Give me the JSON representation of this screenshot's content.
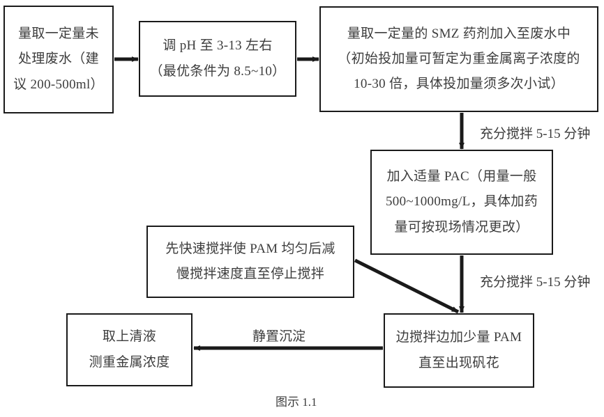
{
  "diagram": {
    "caption": "图示 1.1",
    "nodes": [
      {
        "id": "sample",
        "name": "measure-wastewater",
        "lines": [
          "量取一定量未",
          "处理废水（建",
          "议 200-500ml）"
        ]
      },
      {
        "id": "ph",
        "name": "adjust-ph",
        "lines": [
          "调 pH 至 3-13 左右",
          "（最优条件为 8.5~10）"
        ]
      },
      {
        "id": "smz",
        "name": "add-smz",
        "lines": [
          "量取一定量的 SMZ 药剂加入至废水中",
          "（初始投加量可暂定为重金属离子浓度的",
          "10-30 倍，具体投加量须多次小试）"
        ]
      },
      {
        "id": "pac",
        "name": "add-pac",
        "lines": [
          "加入适量 PAC（用量一般",
          "500~1000mg/L，具体加药",
          "量可按现场情况更改）"
        ]
      },
      {
        "id": "pam-stir",
        "name": "pam-stirring-instruction",
        "lines": [
          "先快速搅拌使 PAM 均匀后减",
          "慢搅拌速度直至停止搅拌"
        ]
      },
      {
        "id": "supernatant",
        "name": "measure-supernatant",
        "lines": [
          "取上清液",
          "测重金属浓度"
        ]
      },
      {
        "id": "pam-add",
        "name": "add-pam",
        "lines": [
          "边搅拌边加少量 PAM",
          "直至出现矾花"
        ]
      }
    ],
    "edge_labels": [
      {
        "id": "stir-1",
        "name": "edge-label-stir-smz-to-pac",
        "text": "充分搅拌 5-15 分钟"
      },
      {
        "id": "stir-2",
        "name": "edge-label-stir-pac-to-pam",
        "text": "充分搅拌 5-15 分钟"
      },
      {
        "id": "settle",
        "name": "edge-label-settle",
        "text": "静置沉淀"
      }
    ],
    "colors": {
      "stroke": "#1a1a1a",
      "text": "#3d3d3d",
      "background": "#ffffff"
    }
  }
}
